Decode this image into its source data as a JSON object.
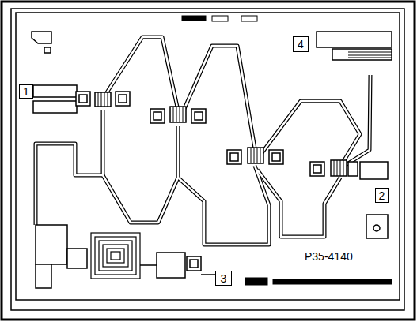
{
  "diagram": {
    "nodes": [
      {
        "text": [
          "1"
        ]
      },
      {
        "text": [
          "4"
        ]
      },
      {
        "text": [
          "2"
        ]
      },
      {
        "text": [
          "3"
        ]
      }
    ],
    "labels": [
      "P35-4140"
    ]
  }
}
